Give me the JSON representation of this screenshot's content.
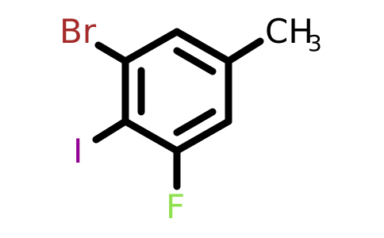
{
  "molecule": {
    "atoms": {
      "bromine": {
        "label": "Br",
        "color": "#A52A2A"
      },
      "iodine": {
        "label": "I",
        "color": "#940094"
      },
      "fluorine": {
        "label": "F",
        "color": "#90E050"
      },
      "methyl": {
        "label": "CH",
        "subscript": "3",
        "color": "#000000"
      }
    },
    "bond_color": "#000000"
  }
}
